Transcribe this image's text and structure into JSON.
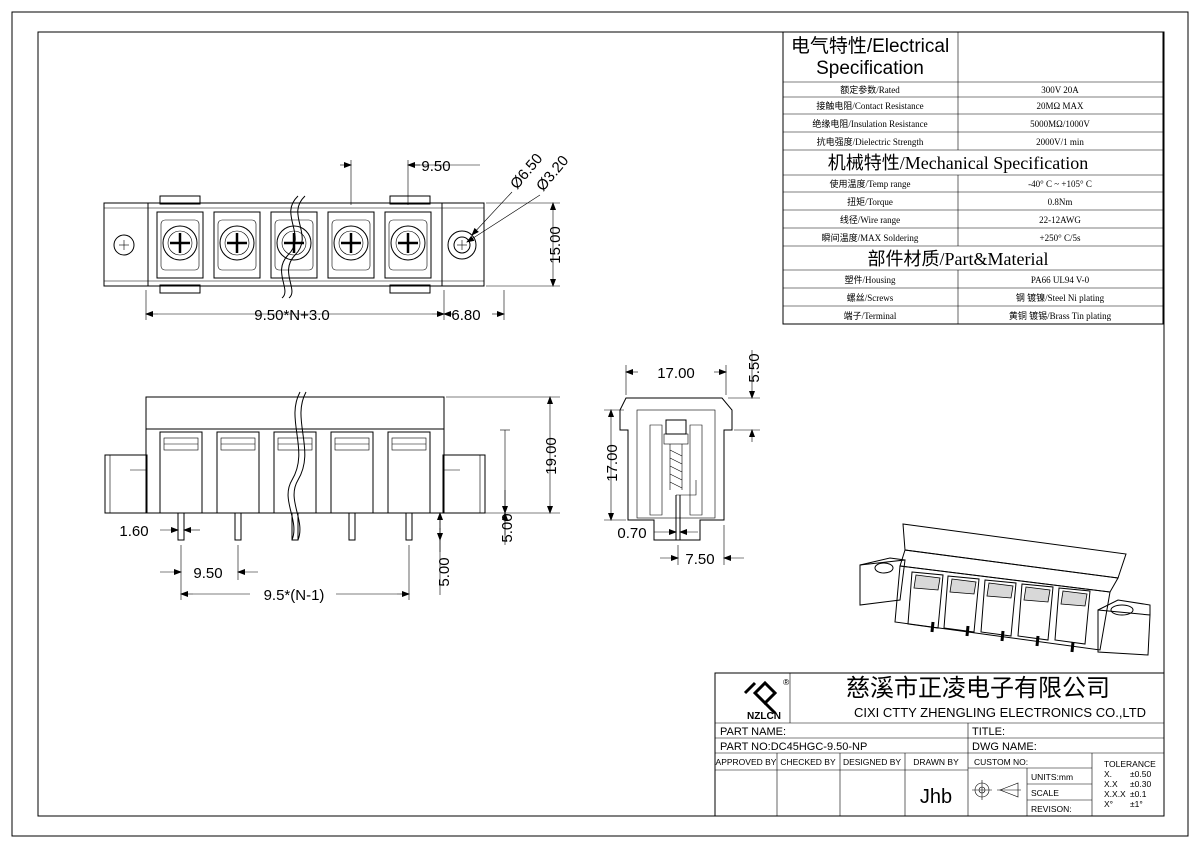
{
  "spec_table": {
    "electrical_title_1": "电气特性/Electrical",
    "electrical_title_2": "Specification",
    "electrical_rows": [
      {
        "label": "额定参数/Rated",
        "value": "300V  20A"
      },
      {
        "label": "接触电阻/Contact Resistance",
        "value": "20MΩ MAX"
      },
      {
        "label": "绝缘电阻/Insulation Resistance",
        "value": "5000MΩ/1000V"
      },
      {
        "label": "抗电强度/Dielectric Strength",
        "value": "2000V/1 min"
      }
    ],
    "mechanical_title": "机械特性/Mechanical Specification",
    "mechanical_rows": [
      {
        "label": "使用温度/Temp range",
        "value": "-40° C ~ +105° C"
      },
      {
        "label": "扭矩/Torque",
        "value": "0.8Nm"
      },
      {
        "label": "线径/Wire range",
        "value": "22-12AWG"
      },
      {
        "label": "瞬间温度/MAX Soldering",
        "value": "+250° C/5s"
      }
    ],
    "material_title": "部件材质/Part&Material",
    "material_rows": [
      {
        "label": "塑件/Housing",
        "value": "PA66 UL94 V-0"
      },
      {
        "label": "螺丝/Screws",
        "value": "钢 镀镍/Steel Ni plating"
      },
      {
        "label": "端子/Terminal",
        "value": "黄铜 镀锡/Brass Tin  plating"
      }
    ]
  },
  "dimensions": {
    "top_pitch": "9.50",
    "hole_dia_1": "Ø6.50",
    "hole_dia_2": "Ø3.20",
    "top_height": "15.00",
    "top_length": "9.50*N+3.0",
    "top_end": "6.80",
    "front_height": "19.00",
    "front_pin_len": "5.00",
    "front_pin_width": "1.60",
    "front_pitch": "9.50",
    "front_span": "9.5*(N-1)",
    "front_pin_len_2": "5.00",
    "side_width": "17.00",
    "side_cover": "5.50",
    "side_height": "17.00",
    "side_pin": "0.70",
    "side_offset": "7.50"
  },
  "title_block": {
    "company_cn": "慈溪市正凌电子有限公司",
    "company_en": "CIXI CTTY ZHENGLING ELECTRONICS CO.,LTD",
    "logo_text": "NZLCN",
    "logo_mark": "®",
    "part_name_label": "PART NAME:",
    "title_label": "TITLE:",
    "part_no_label": "PART NO:DC45HGC-9.50-NP",
    "dwg_name_label": "DWG NAME:",
    "approved_by": "APPROVED BY",
    "checked_by": "CHECKED BY",
    "designed_by": "DESIGNED BY",
    "drawn_by": "DRAWN BY",
    "drawn_by_value": "Jhb",
    "custom_no": "CUSTOM NO:",
    "units": "UNITS:mm",
    "scale": "SCALE",
    "revision": "REVISON:",
    "tolerance_title": "TOLERANCE",
    "tolerance_rows": [
      {
        "k": "X.",
        "v": "±0.50"
      },
      {
        "k": "X.X",
        "v": "±0.30"
      },
      {
        "k": "X.X.X",
        "v": "±0.1"
      },
      {
        "k": "X°",
        "v": "±1°"
      }
    ]
  }
}
